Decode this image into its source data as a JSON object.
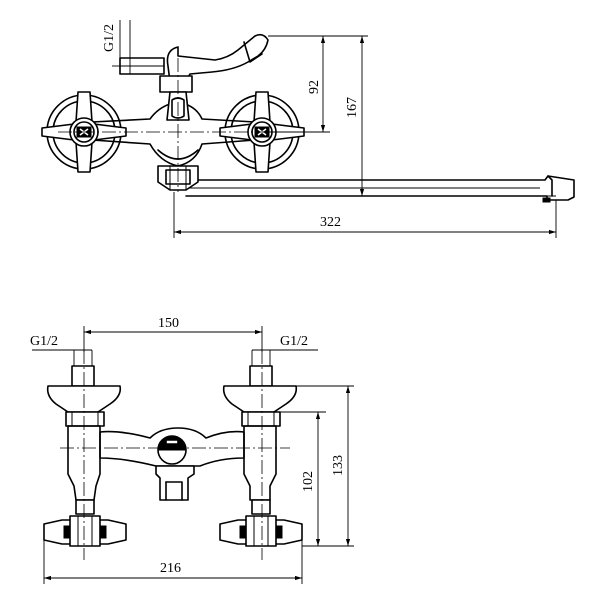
{
  "top_view": {
    "thread_label": "G1/2",
    "dim_handle_height": "92",
    "dim_total_height": "167",
    "dim_spout_length": "322"
  },
  "front_view": {
    "thread_label_left": "G1/2",
    "thread_label_right": "G1/2",
    "dim_inlet_spacing": "150",
    "dim_body_height": "102",
    "dim_total_height": "133",
    "dim_total_width": "216"
  }
}
